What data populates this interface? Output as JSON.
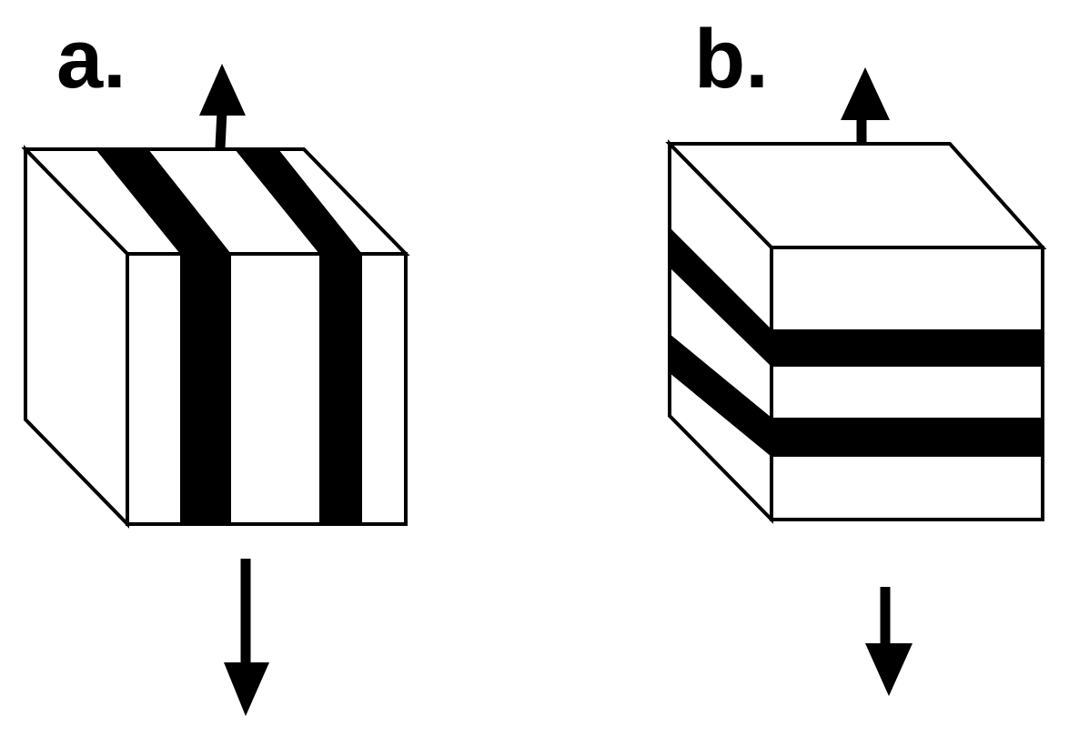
{
  "panels": [
    {
      "label": "a.",
      "stripe_orientation": "vertical",
      "stripe_count": 2
    },
    {
      "label": "b.",
      "stripe_orientation": "horizontal",
      "stripe_count": 2
    }
  ],
  "colors": {
    "stripe": "#000000",
    "face": "#ffffff",
    "outline": "#000000",
    "arrow": "#000000"
  }
}
